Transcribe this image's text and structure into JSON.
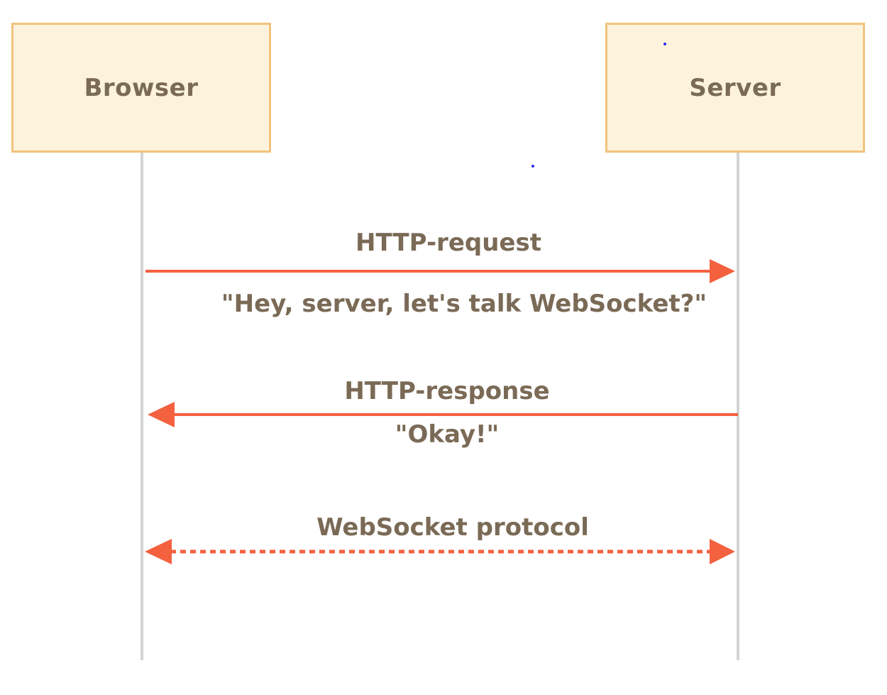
{
  "participants": {
    "browser": "Browser",
    "server": "Server"
  },
  "messages": [
    {
      "label": "HTTP-request",
      "sublabel": "\"Hey, server, let's talk WebSocket?\"",
      "direction": "browser-to-server",
      "style": "solid"
    },
    {
      "label": "HTTP-response",
      "sublabel": "\"Okay!\"",
      "direction": "server-to-browser",
      "style": "solid"
    },
    {
      "label": "WebSocket protocol",
      "sublabel": "",
      "direction": "bidirectional",
      "style": "dashed"
    }
  ],
  "colors": {
    "arrow": "#f4613f",
    "lifeline": "#d3d3d3",
    "box_fill": "#fdf3dc",
    "box_border": "#f2c27d",
    "text": "#7a6a56"
  }
}
